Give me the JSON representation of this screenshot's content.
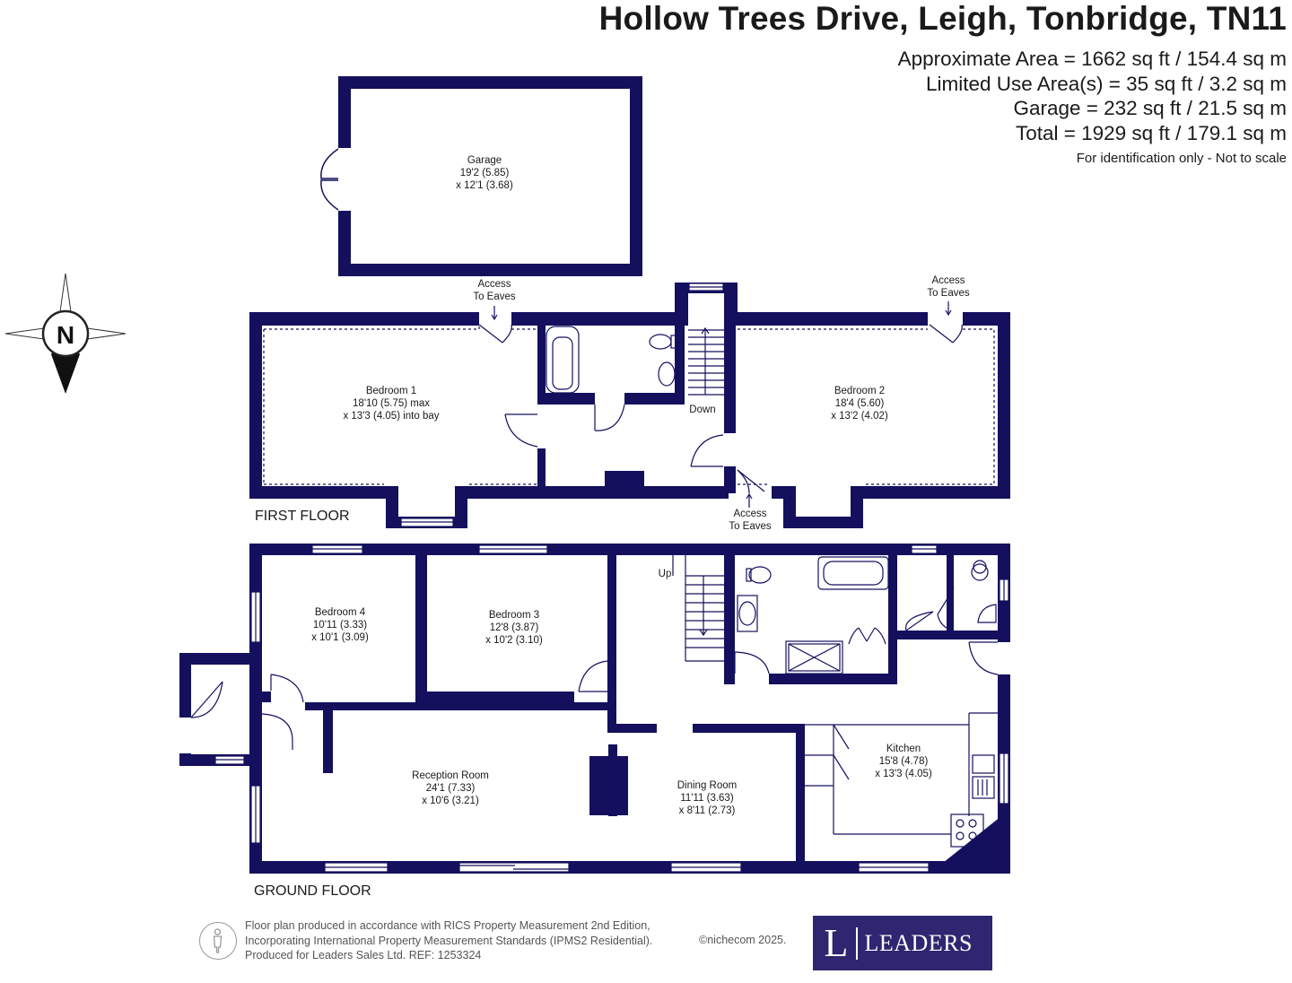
{
  "header": {
    "title": "Hollow Trees Drive, Leigh, Tonbridge, TN11",
    "approx_area": "Approximate Area = 1662 sq ft / 154.4 sq m",
    "limited_use": "Limited Use Area(s) = 35 sq ft / 3.2 sq m",
    "garage_area": "Garage = 232 sq ft / 21.5 sq m",
    "total": "Total = 1929 sq ft / 179.1 sq m",
    "note": "For identification only - Not to scale"
  },
  "compass": {
    "letter": "N"
  },
  "floors": {
    "first": "FIRST FLOOR",
    "ground": "GROUND FLOOR"
  },
  "rooms": {
    "garage": {
      "name": "Garage",
      "dim1": "19'2 (5.85)",
      "dim2": "x 12'1 (3.68)"
    },
    "bedroom1": {
      "name": "Bedroom 1",
      "dim1": "18'10 (5.75) max",
      "dim2": "x 13'3 (4.05) into bay"
    },
    "bedroom2": {
      "name": "Bedroom 2",
      "dim1": "18'4 (5.60)",
      "dim2": "x 13'2 (4.02)"
    },
    "bedroom3": {
      "name": "Bedroom 3",
      "dim1": "12'8 (3.87)",
      "dim2": "x 10'2 (3.10)"
    },
    "bedroom4": {
      "name": "Bedroom 4",
      "dim1": "10'11 (3.33)",
      "dim2": "x 10'1 (3.09)"
    },
    "reception": {
      "name": "Reception Room",
      "dim1": "24'1 (7.33)",
      "dim2": "x 10'6 (3.21)"
    },
    "dining": {
      "name": "Dining Room",
      "dim1": "11'11 (3.63)",
      "dim2": "x 8'11 (2.73)"
    },
    "kitchen": {
      "name": "Kitchen",
      "dim1": "15'8 (4.78)",
      "dim2": "x 13'3 (4.05)"
    }
  },
  "annotations": {
    "eaves_a_1": "Access",
    "eaves_a_2": "To Eaves",
    "eaves_b_1": "Access",
    "eaves_b_2": "To Eaves",
    "eaves_c_1": "Access",
    "eaves_c_2": "To Eaves",
    "down": "Down",
    "up": "Up"
  },
  "footer": {
    "line1": "Floor plan produced in accordance with RICS Property Measurement 2nd Edition,",
    "line2": "Incorporating International Property Measurement Standards (IPMS2 Residential).",
    "line3": "Produced for Leaders Sales Ltd.   REF:  1253324",
    "copyright": "©nichecom 2025."
  },
  "logo": {
    "letter": "L",
    "word": "LEADERS"
  },
  "colors": {
    "wall": "#14105e",
    "logo_bg": "#2e2670"
  }
}
